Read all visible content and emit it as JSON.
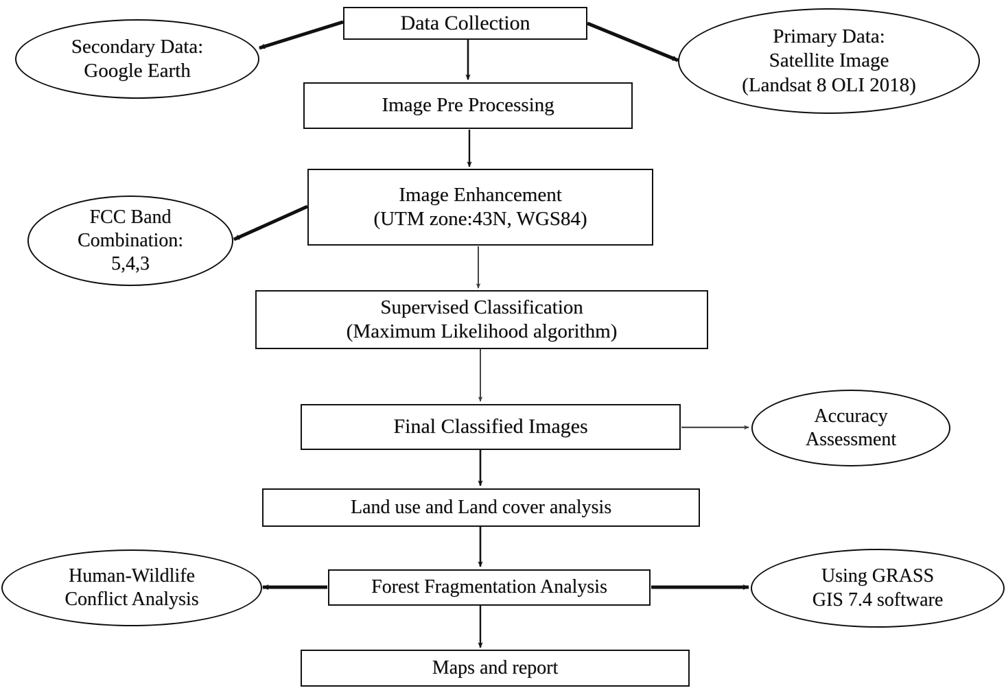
{
  "diagram": {
    "title": "Research Methodology Flowchart",
    "type": "flowchart",
    "background_color": "#ffffff",
    "stroke_color": "#111111",
    "text_color": "#0b0b0b"
  },
  "nodes": {
    "data_collection": {
      "label": "Data Collection",
      "shape": "rectangle"
    },
    "secondary_data": {
      "label": "Secondary Data:\nGoogle Earth",
      "shape": "ellipse"
    },
    "primary_data": {
      "label": "Primary Data:\nSatellite Image\n(Landsat 8 OLI 2018)",
      "shape": "ellipse"
    },
    "image_pre_processing": {
      "label": "Image Pre Processing",
      "shape": "rectangle"
    },
    "image_enhancement": {
      "label": "Image Enhancement\n(UTM zone:43N, WGS84)",
      "shape": "rectangle"
    },
    "fcc_band": {
      "label": "FCC Band\nCombination:\n5,4,3",
      "shape": "ellipse"
    },
    "supervised_classification": {
      "label": "Supervised Classification\n(Maximum Likelihood algorithm)",
      "shape": "rectangle"
    },
    "final_classified_images": {
      "label": "Final Classified Images",
      "shape": "rectangle"
    },
    "accuracy_assessment": {
      "label": "Accuracy\nAssessment",
      "shape": "ellipse"
    },
    "land_use_analysis": {
      "label": "Land use and Land cover analysis",
      "shape": "rectangle"
    },
    "forest_fragmentation": {
      "label": "Forest Fragmentation Analysis",
      "shape": "rectangle"
    },
    "human_wildlife": {
      "label": "Human-Wildlife\nConflict Analysis",
      "shape": "ellipse"
    },
    "grass_gis": {
      "label": "Using GRASS\nGIS 7.4 software",
      "shape": "ellipse"
    },
    "maps_and_report": {
      "label": "Maps and report",
      "shape": "rectangle"
    }
  },
  "edges": [
    {
      "from": "data_collection",
      "to": "secondary_data",
      "style": "thick-arrow"
    },
    {
      "from": "data_collection",
      "to": "primary_data",
      "style": "thick-arrow"
    },
    {
      "from": "data_collection",
      "to": "image_pre_processing",
      "style": "arrow"
    },
    {
      "from": "image_pre_processing",
      "to": "image_enhancement",
      "style": "arrow"
    },
    {
      "from": "image_enhancement",
      "to": "fcc_band",
      "style": "thick-arrow"
    },
    {
      "from": "image_enhancement",
      "to": "supervised_classification",
      "style": "thin-arrow"
    },
    {
      "from": "supervised_classification",
      "to": "final_classified_images",
      "style": "thin-arrow"
    },
    {
      "from": "final_classified_images",
      "to": "accuracy_assessment",
      "style": "thin-arrow"
    },
    {
      "from": "final_classified_images",
      "to": "land_use_analysis",
      "style": "arrow"
    },
    {
      "from": "land_use_analysis",
      "to": "forest_fragmentation",
      "style": "arrow"
    },
    {
      "from": "forest_fragmentation",
      "to": "human_wildlife",
      "style": "thick-arrow"
    },
    {
      "from": "forest_fragmentation",
      "to": "grass_gis",
      "style": "thick-arrow"
    },
    {
      "from": "forest_fragmentation",
      "to": "maps_and_report",
      "style": "arrow"
    }
  ]
}
